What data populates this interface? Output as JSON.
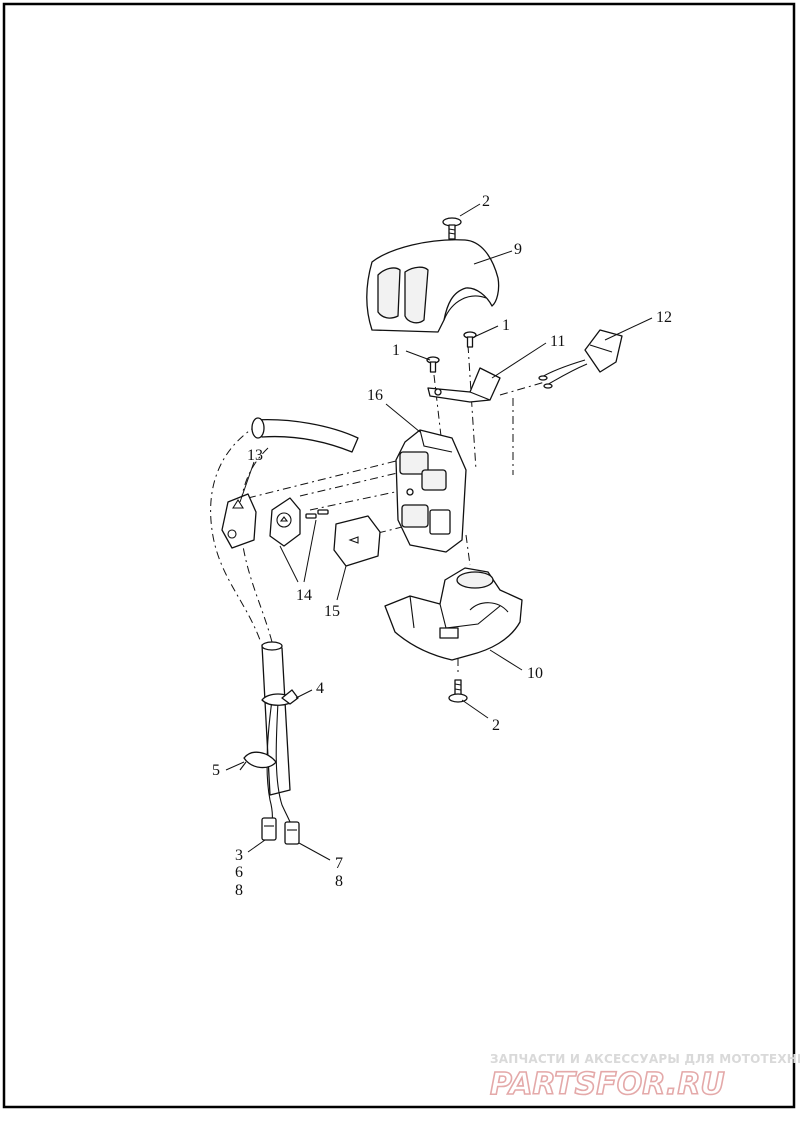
{
  "callouts": {
    "c1a": "1",
    "c1b": "1",
    "c2a": "2",
    "c2b": "2",
    "c3": "3",
    "c6": "6",
    "c8a": "8",
    "c4": "4",
    "c5": "5",
    "c7": "7",
    "c8b": "8",
    "c9": "9",
    "c10": "10",
    "c11": "11",
    "c12": "12",
    "c13": "13",
    "c14": "14",
    "c15": "15",
    "c16": "16"
  },
  "watermark": {
    "tagline": "ЗАПЧАСТИ И АКСЕССУАРЫ ДЛЯ МОТОТЕХНИКИ",
    "logo": "PARTSFOR.RU"
  },
  "colors": {
    "line": "#111111",
    "frame": "#000000",
    "watermark_logo": "#e4a9a9",
    "watermark_text": "#d9d9d9"
  }
}
